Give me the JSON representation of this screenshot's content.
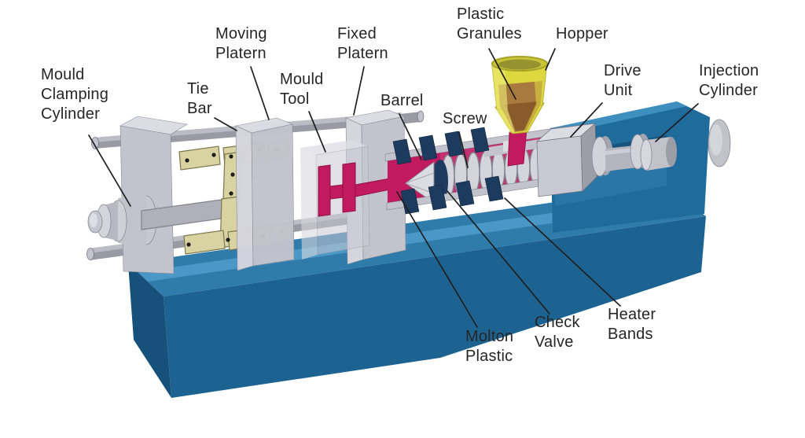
{
  "diagram_subject": "Injection moulding machine cutaway diagram",
  "labels": {
    "mould_clamping_cylinder": "Mould\nClamping\nCylinder",
    "tie_bar": "Tie\nBar",
    "moving_platern": "Moving\nPlatern",
    "mould_tool": "Mould\nTool",
    "fixed_platern": "Fixed\nPlatern",
    "barrel": "Barrel",
    "screw": "Screw",
    "plastic_granules": "Plastic\nGranules",
    "hopper": "Hopper",
    "drive_unit": "Drive\nUnit",
    "injection_cylinder": "Injection\nCylinder",
    "molton_plastic": "Molton\nPlastic",
    "check_valve": "Check\nValve",
    "heater_bands": "Heater\nBands"
  },
  "colors": {
    "background": "#ffffff",
    "label_text": "#262626",
    "leader_line": "#1f1f1f",
    "base_top": "#2f7cab",
    "base_top_light": "#4f9ecb",
    "base_front": "#1d6391",
    "base_side": "#15517a",
    "housing_front": "#1f6b9c",
    "housing_top": "#3f8fbe",
    "housing_slot": "#2a77a7",
    "melt_magenta": "#c11a5e",
    "melt_dark": "#8f1245",
    "hopper_yellow": "#ded83f",
    "hopper_yellow_light": "#efec78",
    "hopper_yellow_dark": "#a8a32a",
    "granules_brown": "#a97a3e",
    "granules_brown_dark": "#845624",
    "heater_navy": "#1c3b5e",
    "metal_light": "#dcdce4",
    "metal_mid": "#c3c3cd",
    "metal_dark": "#9a9aa5",
    "metal_darker": "#75757f",
    "toggle_khaki": "#d8d3a0",
    "toggle_khaki_dark": "#7d7750",
    "screw_flight": "#d4d4dc"
  }
}
